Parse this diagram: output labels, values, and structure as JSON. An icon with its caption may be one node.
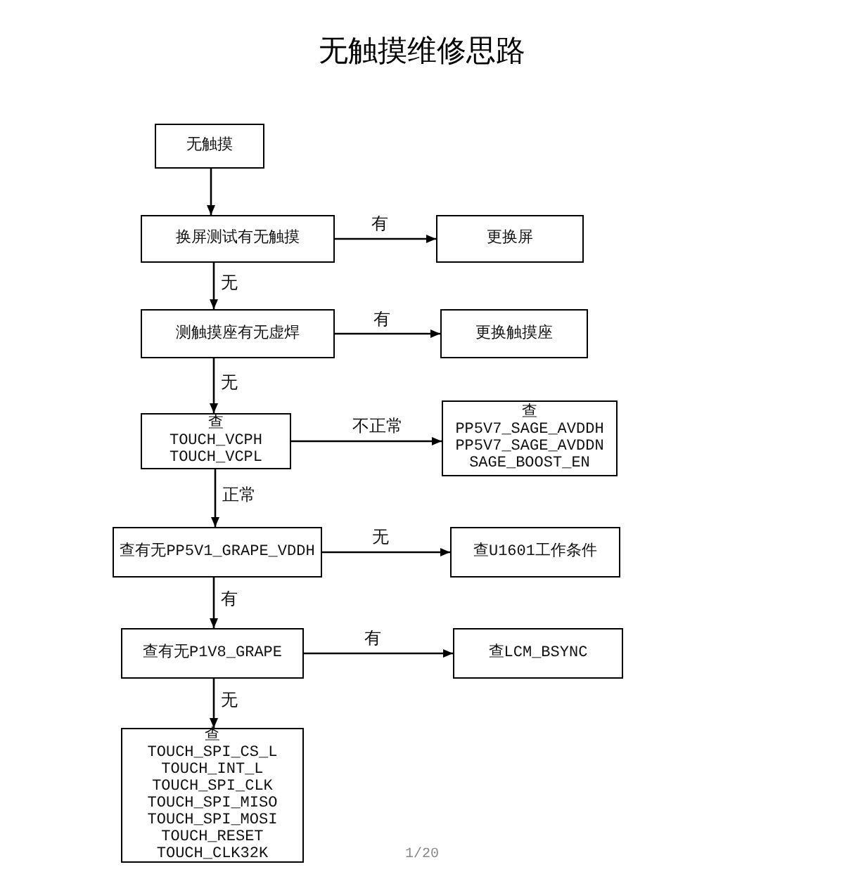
{
  "diagram": {
    "title": "无触摸维修思路",
    "nodes": [
      {
        "text": [
          "无触摸"
        ]
      },
      {
        "text": [
          "换屏测试有无触摸"
        ]
      },
      {
        "text": [
          "更换屏"
        ]
      },
      {
        "text": [
          "测触摸座有无虚焊"
        ]
      },
      {
        "text": [
          "更换触摸座"
        ]
      },
      {
        "text": [
          "查TOUCH_VCPH TOUCH_VCPL"
        ]
      },
      {
        "text": [
          "查PP5V7_SAGE_AVDDH PP5V7_SAGE_AVDDN SAGE_BOOST_EN"
        ]
      },
      {
        "text": [
          "查有无PP5V1_GRAPE_VDDH"
        ]
      },
      {
        "text": [
          "查U1601工作条件"
        ]
      },
      {
        "text": [
          "查有无P1V8_GRAPE"
        ]
      },
      {
        "text": [
          "查LCM_BSYNC"
        ]
      },
      {
        "text": [
          "查TOUCH_SPI_CS_L TOUCH_INT_L TOUCH_SPI_CLK TOUCH_SPI_MISO TOUCH_SPI_MOSI TOUCH_RESET TOUCH_CLK32K"
        ]
      }
    ],
    "edges": [
      {
        "from": 0,
        "to": 1,
        "arrow": "to"
      },
      {
        "from": 1,
        "to": 2,
        "arrow": "to",
        "label": "有"
      },
      {
        "from": 1,
        "to": 3,
        "arrow": "to",
        "label": "无"
      },
      {
        "from": 3,
        "to": 4,
        "arrow": "to",
        "label": "有"
      },
      {
        "from": 3,
        "to": 5,
        "arrow": "to",
        "label": "无"
      },
      {
        "from": 5,
        "to": 6,
        "arrow": "to",
        "label": "不正常"
      },
      {
        "from": 5,
        "to": 7,
        "arrow": "to",
        "label": "正常"
      },
      {
        "from": 7,
        "to": 8,
        "arrow": "to",
        "label": "无"
      },
      {
        "from": 7,
        "to": 9,
        "arrow": "to",
        "label": "有"
      },
      {
        "from": 9,
        "to": 10,
        "arrow": "to",
        "label": "有"
      },
      {
        "from": 9,
        "to": 11,
        "arrow": "to",
        "label": "无"
      }
    ],
    "labels": [
      "1/20"
    ]
  }
}
